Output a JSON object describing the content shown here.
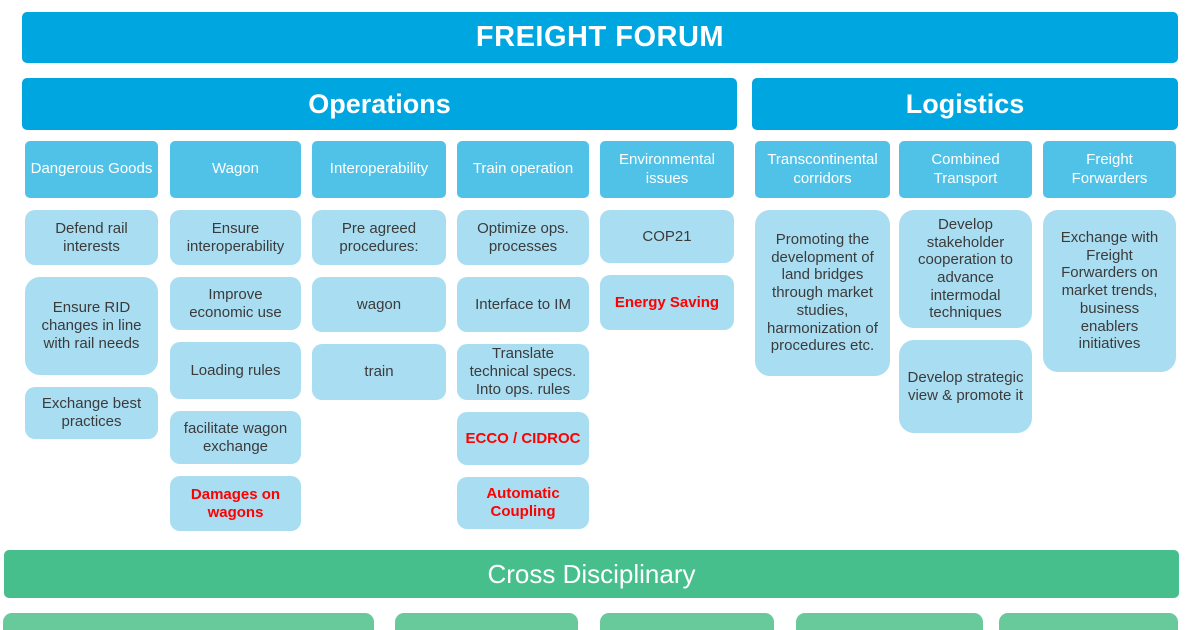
{
  "title": "FREIGHT FORUM",
  "sections": {
    "operations": {
      "label": "Operations"
    },
    "logistics": {
      "label": "Logistics"
    }
  },
  "cross_disciplinary": {
    "label": "Cross Disciplinary"
  },
  "columns": [
    {
      "section": "operations",
      "header": "Dangerous Goods",
      "items": [
        {
          "text": "Defend rail interests"
        },
        {
          "text": "Ensure RID changes in line with rail needs"
        },
        {
          "text": "Exchange best practices"
        }
      ]
    },
    {
      "section": "operations",
      "header": "Wagon",
      "items": [
        {
          "text": "Ensure interoperability"
        },
        {
          "text": "Improve economic use"
        },
        {
          "text": "Loading rules"
        },
        {
          "text": "facilitate wagon exchange"
        },
        {
          "text": "Damages on wagons",
          "emphasis": "red-bold"
        }
      ]
    },
    {
      "section": "operations",
      "header": "Interoperability",
      "items": [
        {
          "text": "Pre agreed procedures:"
        },
        {
          "text": "wagon"
        },
        {
          "text": "train"
        }
      ]
    },
    {
      "section": "operations",
      "header": "Train operation",
      "items": [
        {
          "text": "Optimize ops. processes"
        },
        {
          "text": "Interface to IM"
        },
        {
          "text": "Translate technical specs. Into ops. rules"
        },
        {
          "text": "ECCO / CIDROC",
          "emphasis": "red-bold"
        },
        {
          "text": "Automatic Coupling",
          "emphasis": "red-bold"
        }
      ]
    },
    {
      "section": "operations",
      "header": "Environmental issues",
      "items": [
        {
          "text": "COP21"
        },
        {
          "text": "Energy Saving",
          "emphasis": "red-bold"
        }
      ]
    },
    {
      "section": "logistics",
      "header": "Transcontinental corridors",
      "items": [
        {
          "text": "Promoting the development of land bridges through market studies, harmonization of procedures etc."
        }
      ]
    },
    {
      "section": "logistics",
      "header": "Combined Transport",
      "items": [
        {
          "text": "Develop stakeholder cooperation to advance intermodal techniques"
        },
        {
          "text": "Develop strategic view & promote it"
        }
      ]
    },
    {
      "section": "logistics",
      "header": "Freight Forwarders",
      "items": [
        {
          "text": "Exchange with Freight Forwarders on market trends, business enablers initiatives"
        }
      ]
    }
  ],
  "bottom_row": {
    "box_count": 5
  },
  "colors": {
    "banner_blue": "#00A6E0",
    "header_blue": "#50C2E8",
    "box_blue": "#A9DDF1",
    "box_text": "#3B3B3B",
    "emphasis_red": "#FF0000",
    "green_banner": "#47BF8C",
    "green_light": "#68C99B"
  }
}
